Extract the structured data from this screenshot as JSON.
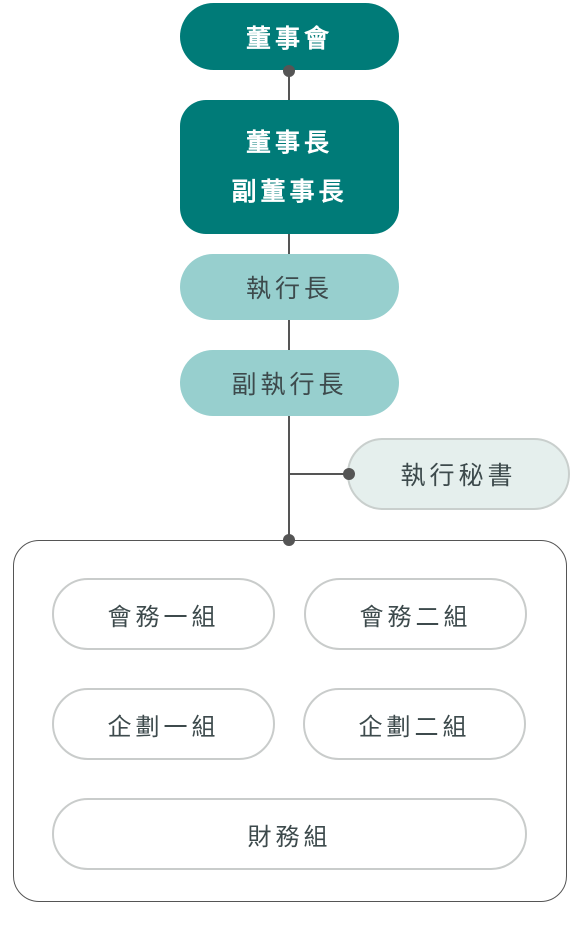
{
  "chart": {
    "board": "董事會",
    "chair": "董事長",
    "vice_chair": "副董事長",
    "ceo": "執行長",
    "deputy_ceo": "副執行長",
    "secretary": "執行秘書",
    "units": [
      "會務一組",
      "會務二組",
      "企劃一組",
      "企劃二組",
      "財務組"
    ]
  },
  "colors": {
    "dark_teal": "#007b78",
    "light_teal": "#97cfce",
    "pale_teal": "#e5efed",
    "line": "#555555"
  }
}
